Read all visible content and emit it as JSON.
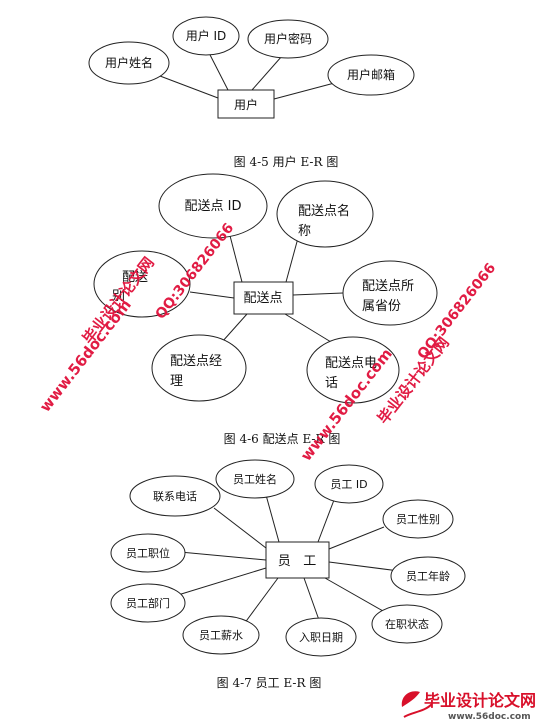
{
  "figure1": {
    "entity": "用户",
    "attributes": [
      "用户 ID",
      "用户密码",
      "用户姓名",
      "用户邮箱"
    ],
    "caption": "图 4-5   用户 E-R 图"
  },
  "figure2": {
    "entity": "配送点",
    "attributes": [
      "配送点 ID",
      "配送点名",
      "称",
      "配送点所",
      "属省份",
      "配送点电",
      "话",
      "配送点经",
      "理",
      "配送",
      "别"
    ],
    "caption": "图 4-6   配送点 E-R 图"
  },
  "figure3": {
    "entity": "员   工",
    "attributes": [
      "员工姓名",
      "员工 ID",
      "联系电话",
      "员工性别",
      "员工职位",
      "员工年龄",
      "员工部门",
      "在职状态",
      "员工薪水",
      "入职日期"
    ],
    "caption": "图 4-7   员工 E-R 图"
  },
  "watermarks": {
    "qq": "QQ:306826066",
    "site": "毕业设计论文网",
    "url": "www.56doc.com"
  },
  "logo": {
    "title": "毕业设计论文网",
    "url": "www.56doc.com"
  },
  "colors": {
    "watermark": "#e0103a",
    "logo_red": "#d8102a"
  }
}
